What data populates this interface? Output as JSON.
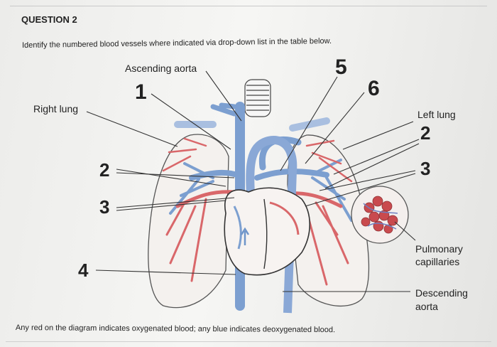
{
  "question_title": "QUESTION 2",
  "instruction": "Identify the numbered blood vessels where indicated via drop-down list in the table below.",
  "labels": {
    "ascending_aorta": "Ascending aorta",
    "right_lung": "Right lung",
    "left_lung": "Left lung",
    "pulmonary_capillaries_line1": "Pulmonary",
    "pulmonary_capillaries_line2": "capillaries",
    "descending_aorta_line1": "Descending",
    "descending_aorta_line2": "aorta"
  },
  "numbers": {
    "n1": "1",
    "n2_left": "2",
    "n3_left": "3",
    "n4": "4",
    "n5": "5",
    "n6": "6",
    "n2_right": "2",
    "n3_right": "3"
  },
  "footer_note": "Any red on the diagram indicates oxygenated blood; any blue indicates deoxygenated blood.",
  "colors": {
    "oxygenated": "#d9534f",
    "deoxygenated": "#6f95c9",
    "outline": "#3a3a3a"
  }
}
